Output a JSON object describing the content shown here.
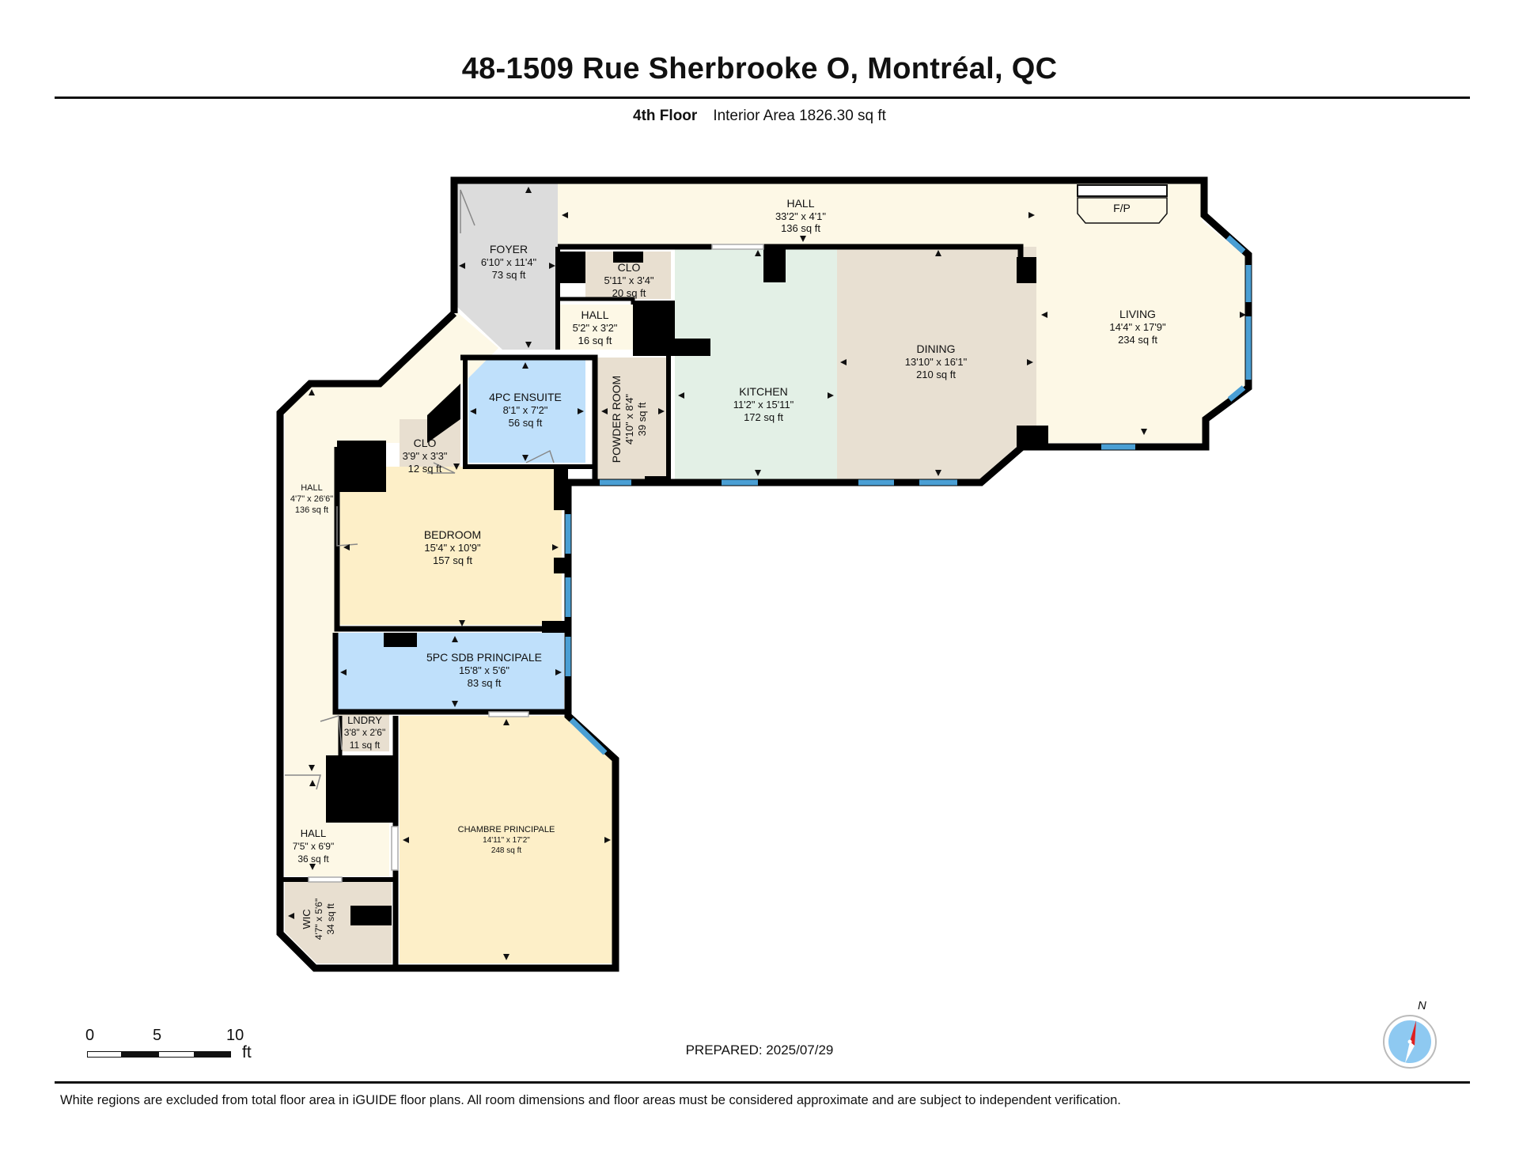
{
  "header": {
    "address": "48-1509 Rue Sherbrooke O, Montréal, QC",
    "floor": "4th Floor",
    "interior_area": "Interior Area 1826.30 sq ft"
  },
  "rooms": {
    "hall_top": {
      "name": "HALL",
      "dims": "33'2\" x 4'1\"",
      "area": "136 sq ft"
    },
    "fireplace": {
      "name": "F/P"
    },
    "foyer": {
      "name": "FOYER",
      "dims": "6'10\" x 11'4\"",
      "area": "73 sq ft"
    },
    "clo_upper": {
      "name": "CLO",
      "dims": "5'11\" x 3'4\"",
      "area": "20 sq ft"
    },
    "hall_small": {
      "name": "HALL",
      "dims": "5'2\" x 3'2\"",
      "area": "16 sq ft"
    },
    "living": {
      "name": "LIVING",
      "dims": "14'4\" x 17'9\"",
      "area": "234 sq ft"
    },
    "dining": {
      "name": "DINING",
      "dims": "13'10\" x 16'1\"",
      "area": "210 sq ft"
    },
    "kitchen": {
      "name": "KITCHEN",
      "dims": "11'2\" x 15'11\"",
      "area": "172 sq ft"
    },
    "powder": {
      "name": "POWDER ROOM",
      "dims": "4'10\" x 8'4\"",
      "area": "39 sq ft"
    },
    "ensuite": {
      "name": "4PC ENSUITE",
      "dims": "8'1\" x 7'2\"",
      "area": "56 sq ft"
    },
    "clo_lower": {
      "name": "CLO",
      "dims": "3'9\" x 3'3\"",
      "area": "12 sq ft"
    },
    "hall_left": {
      "name": "HALL",
      "dims": "4'7\" x 26'6\"",
      "area": "136 sq ft"
    },
    "bedroom": {
      "name": "BEDROOM",
      "dims": "15'4\" x 10'9\"",
      "area": "157 sq ft"
    },
    "sdb": {
      "name": "5PC SDB PRINCIPALE",
      "dims": "15'8\" x 5'6\"",
      "area": "83 sq ft"
    },
    "lndry": {
      "name": "LNDRY",
      "dims": "3'8\" x 2'6\"",
      "area": "11 sq ft"
    },
    "chambre": {
      "name": "CHAMBRE PRINCIPALE",
      "dims": "14'11\" x 17'2\"",
      "area": "248 sq ft"
    },
    "hall_bottom": {
      "name": "HALL",
      "dims": "7'5\" x 6'9\"",
      "area": "36 sq ft"
    },
    "wic": {
      "name": "WIC",
      "dims": "4'7\" x 5'6\"",
      "area": "34 sq ft"
    }
  },
  "scale": {
    "zero": "0",
    "five": "5",
    "ten": "10",
    "unit": "ft"
  },
  "prepared": "PREPARED: 2025/07/29",
  "compass": {
    "north": "N"
  },
  "footer": "White regions are excluded from total floor area in iGUIDE floor plans. All room dimensions and floor areas must be considered approximate and are subject to independent verification.",
  "colors": {
    "wall": "#000000",
    "window": "#4a9fd4",
    "hall_fill": "#fdf8e6",
    "foyer_fill": "#dcdcdc",
    "closet_fill": "#e8dfd0",
    "kitchen_fill": "#e3f0e6",
    "dining_fill": "#e8e0d2",
    "bath_fill": "#bfe0fb",
    "bedroom_fill": "#fdefc8"
  }
}
